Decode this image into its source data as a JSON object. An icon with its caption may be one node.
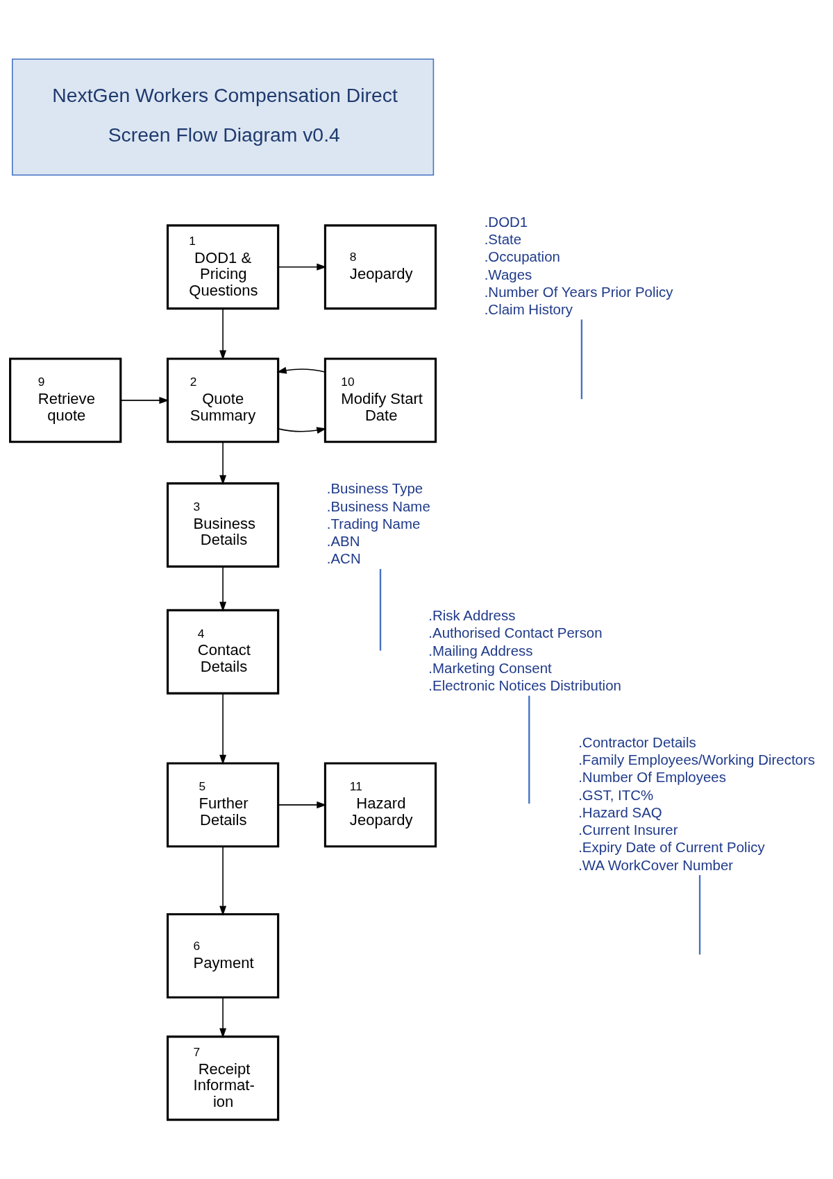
{
  "diagram": {
    "nodes": [
      {
        "text": [
          "NextGen Workers Compensation Direct",
          "Screen Flow Diagram v0.4"
        ]
      },
      {
        "text": [
          ".DOD1",
          ".State",
          ".Occupation",
          ".Wages",
          ".Number Of Years Prior Policy",
          ".Claim History"
        ]
      },
      {
        "text": [
          "1",
          "DOD1 & Pricing Questions"
        ]
      },
      {
        "text": [
          "8",
          "Jeopardy"
        ]
      },
      {
        "text": [
          "9",
          "Retrieve quote"
        ]
      },
      {
        "text": [
          "2",
          "Quote Summary"
        ]
      },
      {
        "text": [
          "10",
          "Modify Start Date"
        ]
      },
      {
        "text": [
          ".Business Type",
          ".Business Name",
          ".Trading Name",
          ".ABN",
          ".ACN"
        ]
      },
      {
        "text": [
          "3",
          "Business Details"
        ]
      },
      {
        "text": [
          ".Risk Address",
          ".Authorised Contact Person",
          ".Mailing Address",
          ".Marketing Consent",
          ".Electronic Notices Distribution"
        ]
      },
      {
        "text": [
          "4",
          "Contact Details"
        ]
      },
      {
        "text": [
          ".Contractor Details",
          ".Family Employees/Working Directors",
          ".Number Of Employees",
          ".GST, ITC%",
          ".Hazard SAQ",
          ".Current Insurer",
          ".Expiry Date of Current Policy",
          ".WA WorkCover Number"
        ]
      },
      {
        "text": [
          "5",
          "Further Details"
        ]
      },
      {
        "text": [
          "11",
          "Hazard Jeopardy"
        ]
      },
      {
        "text": [
          "6",
          "Payment"
        ]
      },
      {
        "text": [
          "7",
          "Receipt Informat- ion"
        ]
      }
    ],
    "edges": [
      {
        "from": 2,
        "to": 3,
        "arrow": "to"
      },
      {
        "from": 2,
        "to": 5,
        "arrow": "to"
      },
      {
        "from": 4,
        "to": 5,
        "arrow": "to"
      },
      {
        "from": 5,
        "to": 6,
        "arrow": "to"
      },
      {
        "from": 6,
        "to": 5,
        "arrow": "to"
      },
      {
        "from": 5,
        "to": 8,
        "arrow": "to"
      },
      {
        "from": 8,
        "to": 10,
        "arrow": "to"
      },
      {
        "from": 10,
        "to": 12,
        "arrow": "to"
      },
      {
        "from": 12,
        "to": 13,
        "arrow": "to"
      },
      {
        "from": 12,
        "to": 14,
        "arrow": "to"
      },
      {
        "from": 14,
        "to": 15,
        "arrow": "to"
      },
      {
        "from": 1,
        "to": null,
        "arrow": "none",
        "color": "#4472c4"
      },
      {
        "from": 7,
        "to": null,
        "arrow": "none",
        "color": "#4472c4"
      },
      {
        "from": 9,
        "to": null,
        "arrow": "none",
        "color": "#4472c4"
      },
      {
        "from": 11,
        "to": null,
        "arrow": "none",
        "color": "#4472c4"
      }
    ]
  }
}
